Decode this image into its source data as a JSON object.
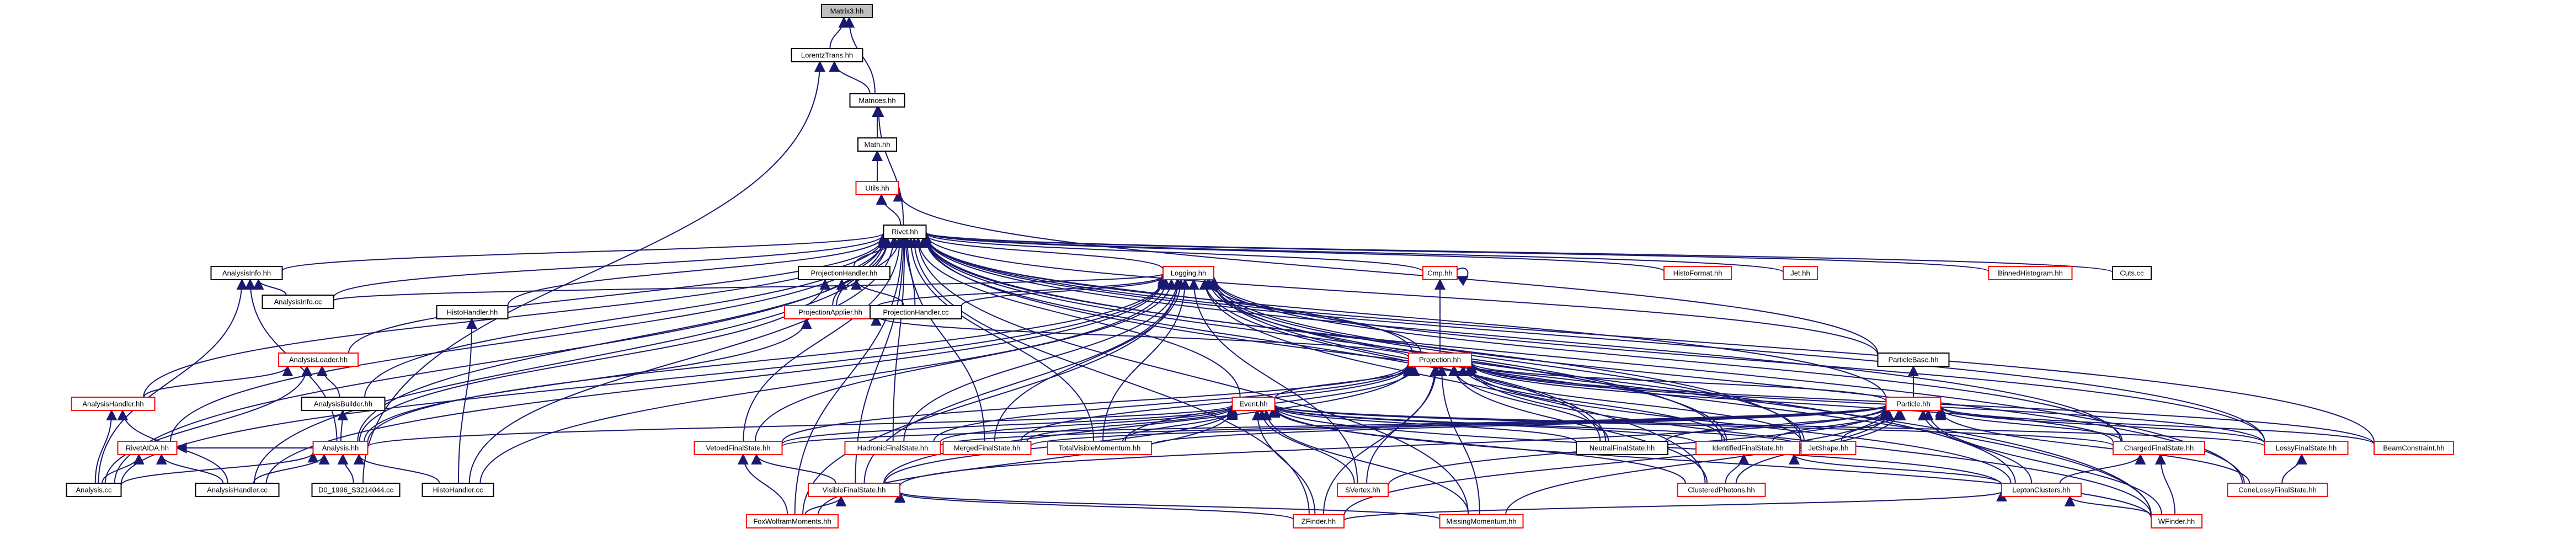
{
  "title": "Matrix3.hh include dependency graph",
  "colors": {
    "edge": "#191970",
    "root_fill": "#bfbfbf",
    "black_border": "#000000",
    "red_border": "#ff0000"
  },
  "nodes": [
    {
      "id": "matrix3",
      "label": "Matrix3.hh",
      "style": "root"
    },
    {
      "id": "lorentz",
      "label": "LorentzTrans.hh",
      "style": "black"
    },
    {
      "id": "matrices",
      "label": "Matrices.hh",
      "style": "black"
    },
    {
      "id": "math",
      "label": "Math.hh",
      "style": "black"
    },
    {
      "id": "utils",
      "label": "Utils.hh",
      "style": "red"
    },
    {
      "id": "rivet",
      "label": "Rivet.hh",
      "style": "black"
    },
    {
      "id": "analysisinfo",
      "label": "AnalysisInfo.hh",
      "style": "black"
    },
    {
      "id": "analysisinfocc",
      "label": "AnalysisInfo.cc",
      "style": "black"
    },
    {
      "id": "projectionhandler",
      "label": "ProjectionHandler.hh",
      "style": "black"
    },
    {
      "id": "logging",
      "label": "Logging.hh",
      "style": "red"
    },
    {
      "id": "cmp",
      "label": "Cmp.hh",
      "style": "red"
    },
    {
      "id": "histoformat",
      "label": "HistoFormat.hh",
      "style": "red"
    },
    {
      "id": "jet",
      "label": "Jet.hh",
      "style": "red"
    },
    {
      "id": "binnedhisto",
      "label": "BinnedHistogram.hh",
      "style": "red"
    },
    {
      "id": "cuts",
      "label": "Cuts.cc",
      "style": "black"
    },
    {
      "id": "histohandler",
      "label": "HistoHandler.hh",
      "style": "black"
    },
    {
      "id": "projectionapplier",
      "label": "ProjectionApplier.hh",
      "style": "red"
    },
    {
      "id": "projectionhandlercc",
      "label": "ProjectionHandler.cc",
      "style": "black"
    },
    {
      "id": "analysisloader",
      "label": "AnalysisLoader.hh",
      "style": "red"
    },
    {
      "id": "projection",
      "label": "Projection.hh",
      "style": "red"
    },
    {
      "id": "particlebase",
      "label": "ParticleBase.hh",
      "style": "black"
    },
    {
      "id": "analysisbuilder",
      "label": "AnalysisBuilder.hh",
      "style": "black"
    },
    {
      "id": "analysishandlerhh",
      "label": "AnalysisHandler.hh",
      "style": "red"
    },
    {
      "id": "event",
      "label": "Event.hh",
      "style": "red"
    },
    {
      "id": "particle",
      "label": "Particle.hh",
      "style": "red"
    },
    {
      "id": "rivetaida",
      "label": "RivetAIDA.hh",
      "style": "red"
    },
    {
      "id": "analysishh",
      "label": "Analysis.hh",
      "style": "red"
    },
    {
      "id": "vetoedfs",
      "label": "VetoedFinalState.hh",
      "style": "red"
    },
    {
      "id": "hadronicfs",
      "label": "HadronicFinalState.hh",
      "style": "red"
    },
    {
      "id": "mergedfs",
      "label": "MergedFinalState.hh",
      "style": "red"
    },
    {
      "id": "totalvisible",
      "label": "TotalVisibleMomentum.hh",
      "style": "red"
    },
    {
      "id": "neutralfs",
      "label": "NeutralFinalState.hh",
      "style": "black"
    },
    {
      "id": "identifiedfs",
      "label": "IdentifiedFinalState.hh",
      "style": "red"
    },
    {
      "id": "jetshape",
      "label": "JetShape.hh",
      "style": "red"
    },
    {
      "id": "chargedfs",
      "label": "ChargedFinalState.hh",
      "style": "red"
    },
    {
      "id": "lossyfs",
      "label": "LossyFinalState.hh",
      "style": "red"
    },
    {
      "id": "beamconstraint",
      "label": "BeamConstraint.hh",
      "style": "red"
    },
    {
      "id": "analysiscc",
      "label": "Analysis.cc",
      "style": "black"
    },
    {
      "id": "analysishandlercc",
      "label": "AnalysisHandler.cc",
      "style": "black"
    },
    {
      "id": "d0",
      "label": "D0_1996_S3214044.cc",
      "style": "black"
    },
    {
      "id": "histohandlercc",
      "label": "HistoHandler.cc",
      "style": "black"
    },
    {
      "id": "visiblefs",
      "label": "VisibleFinalState.hh",
      "style": "red"
    },
    {
      "id": "svertex",
      "label": "SVertex.hh",
      "style": "red"
    },
    {
      "id": "clusteredphotons",
      "label": "ClusteredPhotons.hh",
      "style": "red"
    },
    {
      "id": "leptonclusters",
      "label": "LeptonClusters.hh",
      "style": "red"
    },
    {
      "id": "conelossyfs",
      "label": "ConeLossyFinalState.hh",
      "style": "red"
    },
    {
      "id": "foxwolfram",
      "label": "FoxWolframMoments.hh",
      "style": "red"
    },
    {
      "id": "zfinder",
      "label": "ZFinder.hh",
      "style": "red"
    },
    {
      "id": "missingmomentum",
      "label": "MissingMomentum.hh",
      "style": "red"
    },
    {
      "id": "wfinder",
      "label": "WFinder.hh",
      "style": "red"
    }
  ],
  "edges": [
    [
      "lorentz",
      "matrix3"
    ],
    [
      "matrices",
      "matrix3"
    ],
    [
      "matrices",
      "lorentz"
    ],
    [
      "math",
      "matrices"
    ],
    [
      "utils",
      "math"
    ],
    [
      "rivet",
      "utils"
    ],
    [
      "rivet",
      "matrices"
    ],
    [
      "d0",
      "lorentz"
    ],
    [
      "analysisinfo",
      "rivet"
    ],
    [
      "analysisinfocc",
      "rivet"
    ],
    [
      "projectionhandler",
      "rivet"
    ],
    [
      "logging",
      "rivet"
    ],
    [
      "cmp",
      "rivet"
    ],
    [
      "histoformat",
      "rivet"
    ],
    [
      "jet",
      "rivet"
    ],
    [
      "binnedhisto",
      "rivet"
    ],
    [
      "cuts",
      "rivet"
    ],
    [
      "histohandler",
      "rivet"
    ],
    [
      "projectionapplier",
      "rivet"
    ],
    [
      "projectionhandlercc",
      "rivet"
    ],
    [
      "analysisloader",
      "rivet"
    ],
    [
      "projection",
      "rivet"
    ],
    [
      "particlebase",
      "rivet"
    ],
    [
      "analysisbuilder",
      "rivet"
    ],
    [
      "analysishandlerhh",
      "rivet"
    ],
    [
      "event",
      "rivet"
    ],
    [
      "particle",
      "rivet"
    ],
    [
      "rivetaida",
      "rivet"
    ],
    [
      "analysishh",
      "rivet"
    ],
    [
      "vetoedfs",
      "rivet"
    ],
    [
      "hadronicfs",
      "rivet"
    ],
    [
      "mergedfs",
      "rivet"
    ],
    [
      "totalvisible",
      "rivet"
    ],
    [
      "neutralfs",
      "rivet"
    ],
    [
      "identifiedfs",
      "rivet"
    ],
    [
      "jetshape",
      "rivet"
    ],
    [
      "chargedfs",
      "rivet"
    ],
    [
      "lossyfs",
      "rivet"
    ],
    [
      "beamconstraint",
      "rivet"
    ],
    [
      "analysiscc",
      "rivet"
    ],
    [
      "analysishandlercc",
      "rivet"
    ],
    [
      "histohandlercc",
      "rivet"
    ],
    [
      "visiblefs",
      "rivet"
    ],
    [
      "foxwolfram",
      "rivet"
    ],
    [
      "zfinder",
      "rivet"
    ],
    [
      "missingmomentum",
      "rivet"
    ],
    [
      "wfinder",
      "rivet"
    ],
    [
      "conelossyfs",
      "rivet"
    ],
    [
      "particlebase",
      "utils"
    ],
    [
      "analysisinfocc",
      "analysisinfo"
    ],
    [
      "analysishh",
      "analysisinfo"
    ],
    [
      "analysiscc",
      "analysisinfo"
    ],
    [
      "projectionapplier",
      "projectionhandler"
    ],
    [
      "projectionhandlercc",
      "projectionhandler"
    ],
    [
      "analysishh",
      "projectionhandler"
    ],
    [
      "analysisinfocc",
      "logging"
    ],
    [
      "projectionhandlercc",
      "logging"
    ],
    [
      "projection",
      "logging"
    ],
    [
      "projectionapplier",
      "logging"
    ],
    [
      "analysishh",
      "logging"
    ],
    [
      "analysiscc",
      "logging"
    ],
    [
      "analysishandlercc",
      "logging"
    ],
    [
      "histohandlercc",
      "logging"
    ],
    [
      "vetoedfs",
      "logging"
    ],
    [
      "hadronicfs",
      "logging"
    ],
    [
      "mergedfs",
      "logging"
    ],
    [
      "totalvisible",
      "logging"
    ],
    [
      "neutralfs",
      "logging"
    ],
    [
      "identifiedfs",
      "logging"
    ],
    [
      "jetshape",
      "logging"
    ],
    [
      "chargedfs",
      "logging"
    ],
    [
      "lossyfs",
      "logging"
    ],
    [
      "visiblefs",
      "logging"
    ],
    [
      "foxwolfram",
      "logging"
    ],
    [
      "svertex",
      "logging"
    ],
    [
      "leptonclusters",
      "logging"
    ],
    [
      "clusteredphotons",
      "logging"
    ],
    [
      "conelossyfs",
      "logging"
    ],
    [
      "wfinder",
      "logging"
    ],
    [
      "projection",
      "cmp"
    ],
    [
      "cmp",
      "cmp"
    ],
    [
      "histohandlercc",
      "histohandler"
    ],
    [
      "projection",
      "projectionapplier"
    ],
    [
      "analysishh",
      "projectionapplier"
    ],
    [
      "analysisbuilder",
      "analysisloader"
    ],
    [
      "analysishandlerhh",
      "analysisloader"
    ],
    [
      "analysiscc",
      "analysisloader"
    ],
    [
      "event",
      "projection"
    ],
    [
      "particle",
      "projection"
    ],
    [
      "vetoedfs",
      "projection"
    ],
    [
      "hadronicfs",
      "projection"
    ],
    [
      "mergedfs",
      "projection"
    ],
    [
      "totalvisible",
      "projection"
    ],
    [
      "neutralfs",
      "projection"
    ],
    [
      "identifiedfs",
      "projection"
    ],
    [
      "jetshape",
      "projection"
    ],
    [
      "chargedfs",
      "projection"
    ],
    [
      "lossyfs",
      "projection"
    ],
    [
      "visiblefs",
      "projection"
    ],
    [
      "svertex",
      "projection"
    ],
    [
      "clusteredphotons",
      "projection"
    ],
    [
      "leptonclusters",
      "projection"
    ],
    [
      "zfinder",
      "projection"
    ],
    [
      "missingmomentum",
      "projection"
    ],
    [
      "wfinder",
      "projection"
    ],
    [
      "beamconstraint",
      "projection"
    ],
    [
      "particle",
      "particlebase"
    ],
    [
      "analysishh",
      "analysisbuilder"
    ],
    [
      "analysiscc",
      "analysishandlerhh"
    ],
    [
      "analysishandlercc",
      "analysishandlerhh"
    ],
    [
      "analysishh",
      "event"
    ],
    [
      "vetoedfs",
      "event"
    ],
    [
      "hadronicfs",
      "event"
    ],
    [
      "mergedfs",
      "event"
    ],
    [
      "totalvisible",
      "event"
    ],
    [
      "neutralfs",
      "event"
    ],
    [
      "identifiedfs",
      "event"
    ],
    [
      "jetshape",
      "event"
    ],
    [
      "chargedfs",
      "event"
    ],
    [
      "lossyfs",
      "event"
    ],
    [
      "visiblefs",
      "event"
    ],
    [
      "foxwolfram",
      "event"
    ],
    [
      "svertex",
      "event"
    ],
    [
      "clusteredphotons",
      "event"
    ],
    [
      "leptonclusters",
      "event"
    ],
    [
      "zfinder",
      "event"
    ],
    [
      "missingmomentum",
      "event"
    ],
    [
      "wfinder",
      "event"
    ],
    [
      "vetoedfs",
      "particle"
    ],
    [
      "hadronicfs",
      "particle"
    ],
    [
      "mergedfs",
      "particle"
    ],
    [
      "totalvisible",
      "particle"
    ],
    [
      "neutralfs",
      "particle"
    ],
    [
      "identifiedfs",
      "particle"
    ],
    [
      "jetshape",
      "particle"
    ],
    [
      "chargedfs",
      "particle"
    ],
    [
      "lossyfs",
      "particle"
    ],
    [
      "beamconstraint",
      "particle"
    ],
    [
      "visiblefs",
      "particle"
    ],
    [
      "svertex",
      "particle"
    ],
    [
      "clusteredphotons",
      "particle"
    ],
    [
      "leptonclusters",
      "particle"
    ],
    [
      "conelossyfs",
      "particle"
    ],
    [
      "zfinder",
      "particle"
    ],
    [
      "missingmomentum",
      "particle"
    ],
    [
      "wfinder",
      "particle"
    ],
    [
      "analysiscc",
      "rivetaida"
    ],
    [
      "analysishandlercc",
      "rivetaida"
    ],
    [
      "analysishh",
      "rivetaida"
    ],
    [
      "analysiscc",
      "analysishh"
    ],
    [
      "analysishandlercc",
      "analysishh"
    ],
    [
      "d0",
      "analysishh"
    ],
    [
      "histohandlercc",
      "analysishh"
    ],
    [
      "foxwolfram",
      "vetoedfs"
    ],
    [
      "visiblefs",
      "vetoedfs"
    ],
    [
      "clusteredphotons",
      "identifiedfs"
    ],
    [
      "leptonclusters",
      "identifiedfs"
    ],
    [
      "jetshape",
      "identifiedfs"
    ],
    [
      "leptonclusters",
      "chargedfs"
    ],
    [
      "wfinder",
      "chargedfs"
    ],
    [
      "conelossyfs",
      "lossyfs"
    ],
    [
      "zfinder",
      "leptonclusters"
    ],
    [
      "wfinder",
      "leptonclusters"
    ],
    [
      "missingmomentum",
      "visiblefs"
    ],
    [
      "foxwolfram",
      "visiblefs"
    ],
    [
      "zfinder",
      "visiblefs"
    ]
  ]
}
